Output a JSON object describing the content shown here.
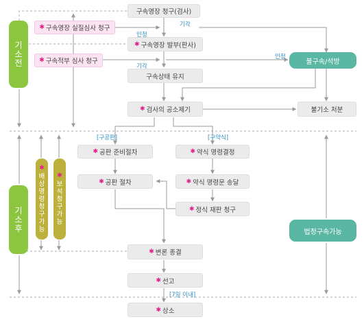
{
  "stages": {
    "pre": "기소전",
    "post": "기소후"
  },
  "nodes": {
    "arrest_warrant": "구속영장 청구(검사)",
    "warrant_review_request": "구속영장 실질심사 청구",
    "warrant_issued": "구속영장 발부(판사)",
    "legality_review_request": "구속적부 심사 청구",
    "detention_kept": "구속상태 유지",
    "release": "불구속/석방",
    "indictment": "검사의 공소제기",
    "no_indictment": "불기소 처분",
    "pretrial_prep": "공판 준비절차",
    "trial": "공판 절차",
    "summary_decision": "약식 명령결정",
    "summary_delivery": "약식 명령문 송달",
    "formal_trial_request": "정식 재판 청구",
    "compensation": "배상명령청구가능",
    "bail": "보석청구가능",
    "statutory_detention": "법정구속가능",
    "closing": "변론 종결",
    "sentencing": "선고",
    "appeal": "상소"
  },
  "labels": {
    "rejected_1": "기각",
    "approved_1": "인정",
    "approved_2": "인정",
    "rejected_2": "기각",
    "public_trial": "[구공판]",
    "summary_order": "[구약식]",
    "within_7_days": "[7일 이내]"
  },
  "colors": {
    "stage": "#8cc63f",
    "release": "#5ab7a3",
    "option": "#bcb13c",
    "marker": "#e0218a",
    "label": "#2b8fc4"
  }
}
